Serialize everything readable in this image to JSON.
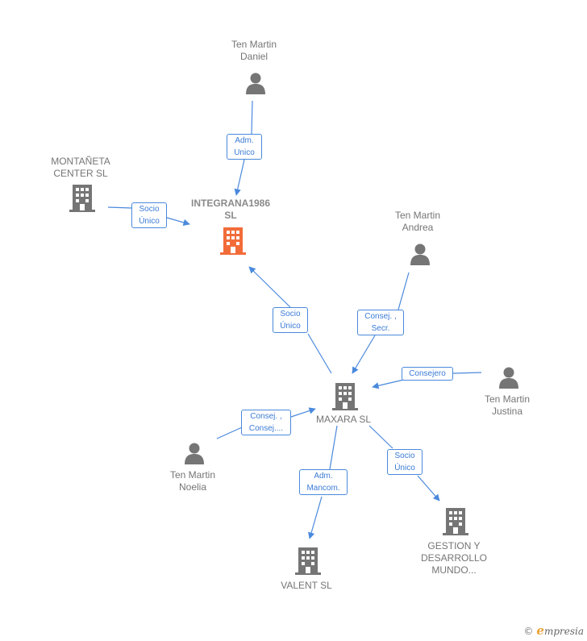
{
  "colors": {
    "edge": "#4a89dc",
    "node_gray": "#757575",
    "focus": "#f26c3a"
  },
  "nodes": {
    "daniel": {
      "type": "person",
      "lines": [
        "Ten Martin",
        "Daniel"
      ]
    },
    "montaneta": {
      "type": "company",
      "lines": [
        "MONTAÑETA",
        "CENTER  SL"
      ]
    },
    "integrana": {
      "type": "company-focus",
      "lines": [
        "INTEGRANA1986",
        "SL"
      ]
    },
    "andrea": {
      "type": "person",
      "lines": [
        "Ten Martin",
        "Andrea"
      ]
    },
    "justina": {
      "type": "person",
      "lines": [
        "Ten Martin",
        "Justina"
      ]
    },
    "maxara": {
      "type": "company",
      "lines": [
        "MAXARA  SL"
      ]
    },
    "noelia": {
      "type": "person",
      "lines": [
        "Ten Martin",
        "Noelia"
      ]
    },
    "valent": {
      "type": "company",
      "lines": [
        "VALENT  SL"
      ]
    },
    "gestion": {
      "type": "company",
      "lines": [
        "GESTION Y",
        "DESARROLLO",
        "MUNDO..."
      ]
    }
  },
  "edges": [
    {
      "id": "daniel-integrana",
      "lines": [
        "Adm.",
        "Unico"
      ]
    },
    {
      "id": "montaneta-integrana",
      "lines": [
        "Socio",
        "Único"
      ]
    },
    {
      "id": "maxara-integrana",
      "lines": [
        "Socio",
        "Único"
      ]
    },
    {
      "id": "andrea-maxara",
      "lines": [
        "Consej. ,",
        "Secr."
      ]
    },
    {
      "id": "justina-maxara",
      "lines": [
        "Consejero"
      ]
    },
    {
      "id": "noelia-maxara",
      "lines": [
        "Consej. ,",
        "Consej...."
      ]
    },
    {
      "id": "maxara-valent",
      "lines": [
        "Adm.",
        "Mancom."
      ]
    },
    {
      "id": "maxara-gestion",
      "lines": [
        "Socio",
        "Único"
      ]
    }
  ],
  "brand": {
    "copyright": "©",
    "name_initial": "e",
    "name_rest": "mpresia"
  }
}
